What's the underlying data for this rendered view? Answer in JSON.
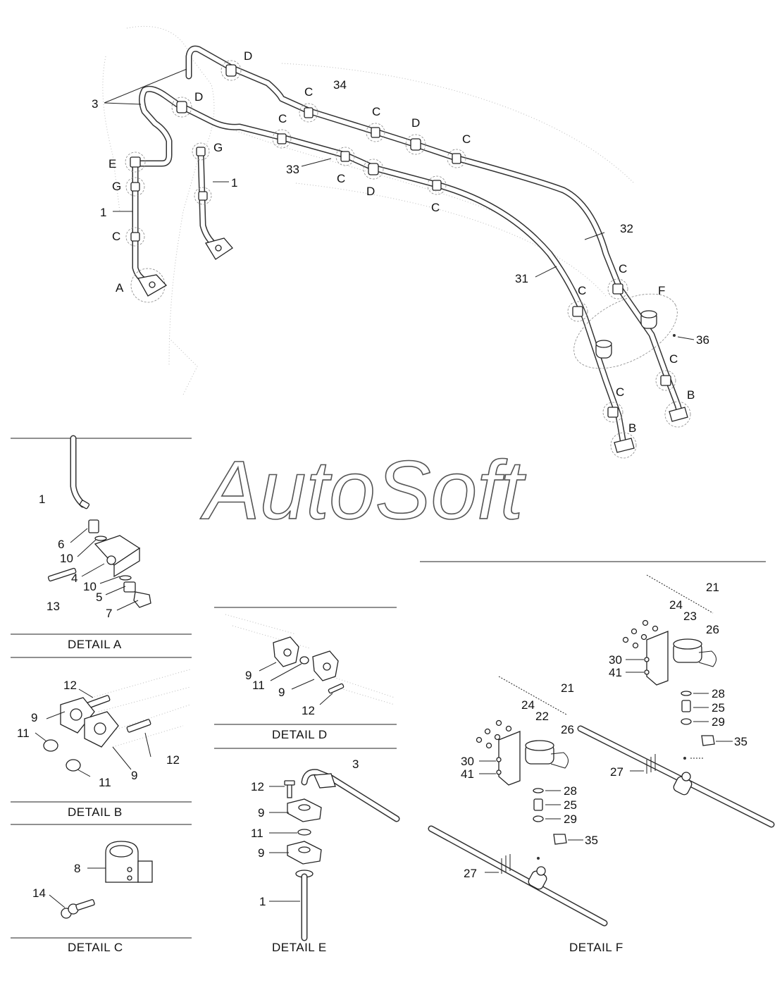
{
  "watermark": "AutoSoft",
  "main_labels": {
    "d1": "D",
    "d2": "D",
    "d3": "D",
    "d4": "D",
    "three": "3",
    "thirty_four": "34",
    "c1": "C",
    "c2": "C",
    "c3": "C",
    "c4": "C",
    "c5": "C",
    "c6": "C",
    "c7": "C",
    "c8": "C",
    "c9": "C",
    "c10": "C",
    "c11": "C",
    "e": "E",
    "g1": "G",
    "g2": "G",
    "one_a": "1",
    "one_b": "1",
    "thirty_three": "33",
    "thirty_two": "32",
    "thirty_one": "31",
    "a": "A",
    "f": "F",
    "thirty_six": "36",
    "b1": "B",
    "b2": "B"
  },
  "detail_a": {
    "caption": "DETAIL  A",
    "labels": {
      "l1": "1",
      "l6": "6",
      "l10a": "10",
      "l4": "4",
      "l10b": "10",
      "l5": "5",
      "l13": "13",
      "l7": "7"
    }
  },
  "detail_b": {
    "caption": "DETAIL  B",
    "labels": {
      "l12a": "12",
      "l9a": "9",
      "l11a": "11",
      "l12b": "12",
      "l11b": "11",
      "l9b": "9"
    }
  },
  "detail_c": {
    "caption": "DETAIL  C",
    "labels": {
      "l8": "8",
      "l14": "14"
    }
  },
  "detail_d": {
    "caption": "DETAIL  D",
    "labels": {
      "l9a": "9",
      "l11": "11",
      "l9b": "9",
      "l12": "12"
    }
  },
  "detail_e": {
    "caption": "DETAIL  E",
    "labels": {
      "l3": "3",
      "l12": "12",
      "l9a": "9",
      "l11": "11",
      "l9b": "9",
      "l1": "1"
    }
  },
  "detail_f": {
    "caption": "DETAIL  F",
    "labels": {
      "u21": "21",
      "u24": "24",
      "u23": "23",
      "u26": "26",
      "u30": "30",
      "u41": "41",
      "u28": "28",
      "u25": "25",
      "u29": "29",
      "u35": "35",
      "u27": "27",
      "l21": "21",
      "l24": "24",
      "l22": "22",
      "l26": "26",
      "l30": "30",
      "l41": "41",
      "l28": "28",
      "l25": "25",
      "l29": "29",
      "l35": "35",
      "l27": "27"
    }
  }
}
